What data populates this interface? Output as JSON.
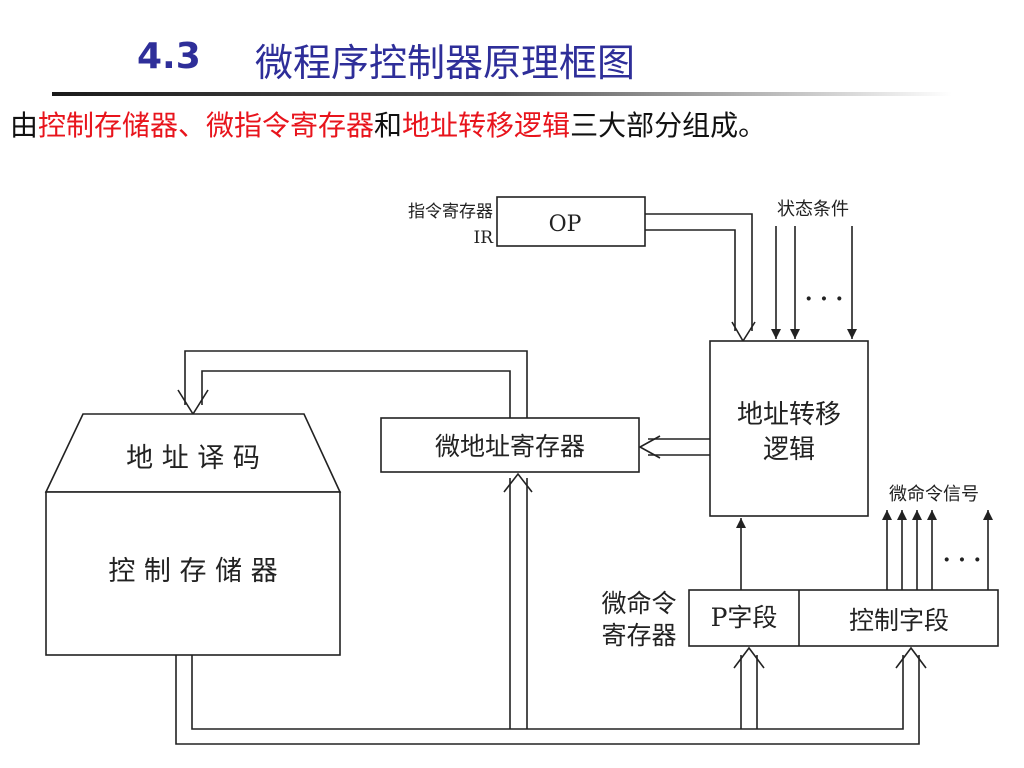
{
  "title": {
    "number": "4.3",
    "text": "微程序控制器原理框图"
  },
  "subtitle": {
    "p1": "由",
    "r1": "控制存储器、微指令寄存器",
    "p2": "和",
    "r2": "地址转移逻辑",
    "p3": "三大部分组成。"
  },
  "diagram": {
    "ir_label_1": "指令寄存器",
    "ir_label_2": "IR",
    "op_box": "OP",
    "status_label": "状态条件",
    "status_dots": "· · ·",
    "addr_logic_1": "地址转移",
    "addr_logic_2": "逻辑",
    "micro_addr_reg": "微地址寄存器",
    "decoder": "地 址 译 码",
    "control_store": "控 制 存 储 器",
    "micro_cmd_signal": "微命令信号",
    "signal_dots": "· · ·",
    "mir_label_1": "微命令",
    "mir_label_2": "寄存器",
    "p_field": "P字段",
    "control_field": "控制字段"
  },
  "colors": {
    "title": "#2e2e99",
    "highlight": "#e8141c",
    "line": "#222222"
  }
}
